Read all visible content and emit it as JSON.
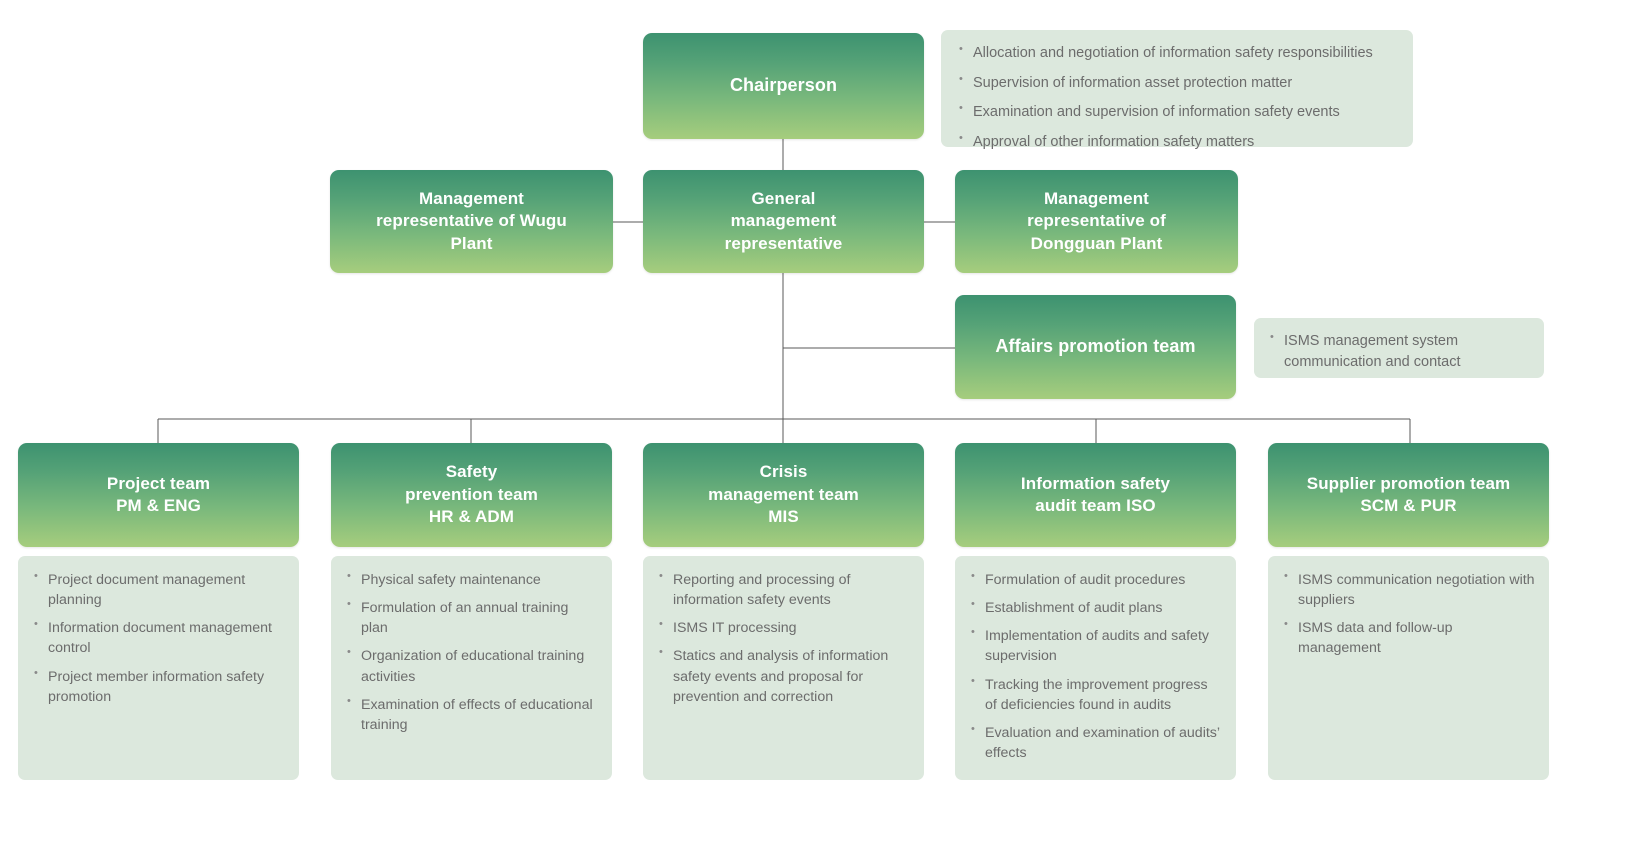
{
  "diagram": {
    "title": "Information safety organization chart",
    "colors": {
      "node_gradient_top": "#3d9270",
      "node_gradient_bottom": "#a6cd7d",
      "panel_background": "#dce8dd",
      "panel_text": "#6c6c6c",
      "node_text": "#ffffff",
      "connector_line": "#595959",
      "page_background": "#ffffff"
    }
  },
  "nodes": {
    "chairperson": {
      "label": "Chairperson"
    },
    "wugu": {
      "label": "Management\nrepresentative of Wugu\nPlant"
    },
    "general": {
      "label": "General\nmanagement\nrepresentative"
    },
    "dongguan": {
      "label": "Management\nrepresentative of\nDongguan Plant"
    },
    "affairs": {
      "label": "Affairs promotion team"
    },
    "teams": [
      {
        "label": "Project team\nPM & ENG"
      },
      {
        "label": "Safety\nprevention team\nHR & ADM"
      },
      {
        "label": "Crisis\nmanagement team\nMIS"
      },
      {
        "label": "Information safety\naudit team ISO"
      },
      {
        "label": "Supplier promotion team\nSCM & PUR"
      }
    ]
  },
  "panels": {
    "chairperson_duties": [
      "Allocation and negotiation of information safety responsibilities",
      "Supervision of information asset protection matter",
      "Examination and supervision of information safety events",
      "Approval of other information safety matters"
    ],
    "affairs_duties": [
      "ISMS management system communication and contact"
    ],
    "team_duties": [
      [
        "Project document management planning",
        "Information document management control",
        "Project member information safety promotion"
      ],
      [
        "Physical safety maintenance",
        "Formulation of an annual training plan",
        "Organization of educational training activities",
        "Examination of effects of educational training"
      ],
      [
        "Reporting and processing of information safety events",
        "ISMS IT processing",
        "Statics and analysis of information safety events and proposal for prevention and correction"
      ],
      [
        "Formulation of audit procedures",
        "Establishment of audit plans",
        "Implementation of audits and safety supervision",
        "Tracking the improvement progress of deficiencies found in audits",
        "Evaluation and examination of audits’ effects"
      ],
      [
        "ISMS communication negotiation with suppliers",
        "ISMS data and follow-up management"
      ]
    ]
  }
}
